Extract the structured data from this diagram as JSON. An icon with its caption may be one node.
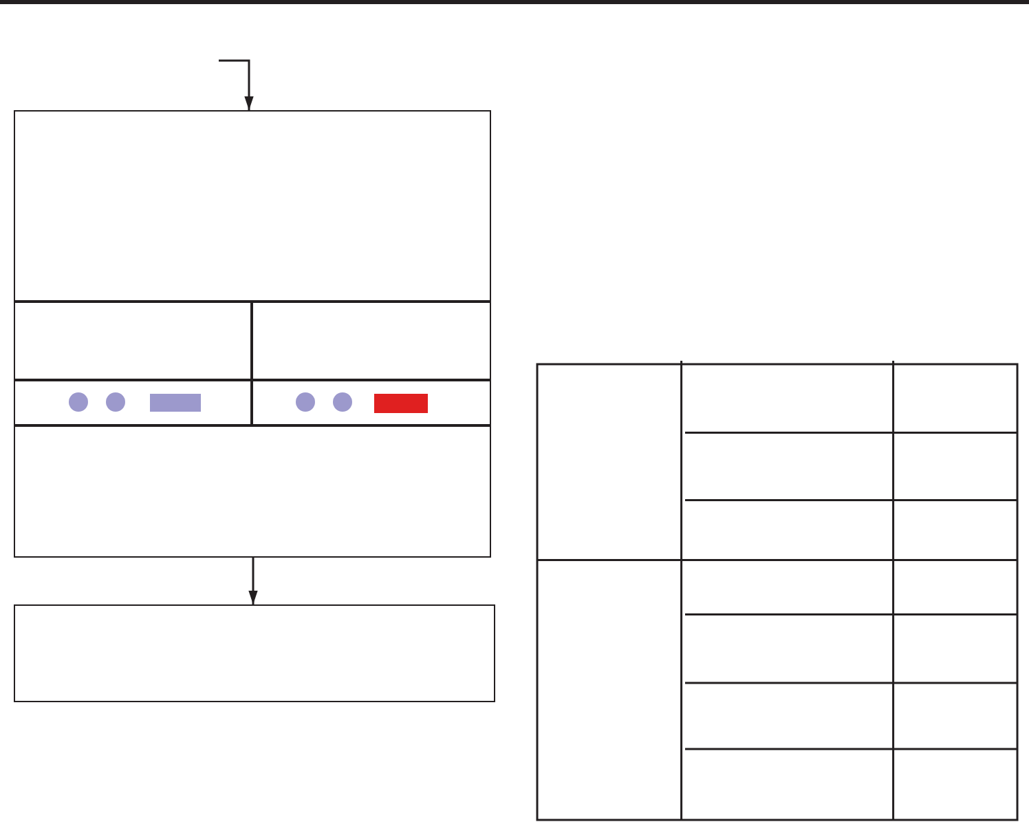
{
  "diagram": {
    "nodes": [
      {
        "text": [],
        "shape": "box"
      },
      {
        "text": [],
        "shape": "box"
      }
    ],
    "edges": [
      {
        "from": null,
        "to": 0,
        "arrow": "to"
      },
      {
        "from": 0,
        "to": 1,
        "arrow": "to"
      }
    ]
  }
}
